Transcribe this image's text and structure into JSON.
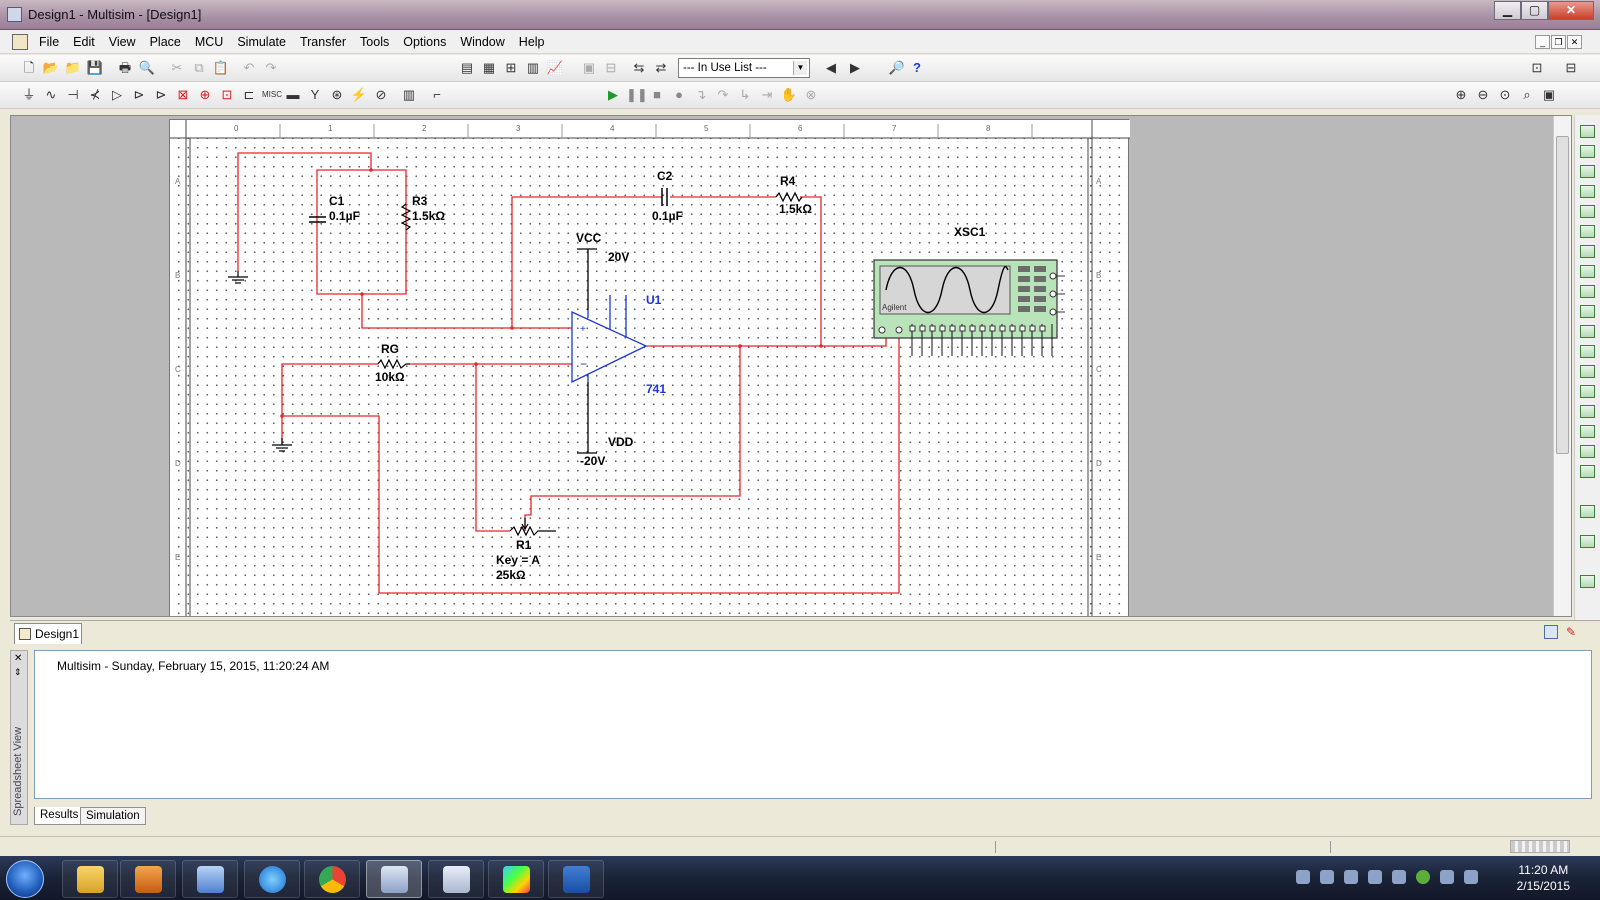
{
  "window": {
    "title": "Design1 - Multisim - [Design1]",
    "min": "▁",
    "max": "▢",
    "close": "✕"
  },
  "menu": [
    "File",
    "Edit",
    "View",
    "Place",
    "MCU",
    "Simulate",
    "Transfer",
    "Tools",
    "Options",
    "Window",
    "Help"
  ],
  "toolbar": {
    "in_use_list": "--- In Use List ---"
  },
  "schematic": {
    "c1": {
      "ref": "C1",
      "value": "0.1µF"
    },
    "r3": {
      "ref": "R3",
      "value": "1.5kΩ"
    },
    "c2": {
      "ref": "C2",
      "value": "0.1µF"
    },
    "r4": {
      "ref": "R4",
      "value": "1.5kΩ"
    },
    "vcc": {
      "name": "VCC",
      "value": "20V"
    },
    "vdd": {
      "name": "VDD",
      "value": "-20V"
    },
    "u1": {
      "ref": "U1",
      "model": "741"
    },
    "rg": {
      "ref": "RG",
      "value": "10kΩ"
    },
    "r1": {
      "ref": "R1",
      "key": "Key = A",
      "value": "25kΩ"
    },
    "xsc1": {
      "ref": "XSC1",
      "brand": "Agilent"
    },
    "ruler_top": [
      "0",
      "1",
      "2",
      "3",
      "4",
      "5",
      "6",
      "7",
      "8"
    ],
    "ruler_side": [
      "A",
      "B",
      "C",
      "D",
      "E"
    ]
  },
  "sheet_tab": {
    "label": "Design1"
  },
  "spreadsheet": {
    "side_label": "Spreadsheet View",
    "result_line": "Multisim  -  Sunday, February 15, 2015, 11:20:24 AM",
    "tabs": [
      "Results",
      "Simulation"
    ]
  },
  "taskbar": {
    "time": "11:20 AM",
    "date": "2/15/2015"
  },
  "colors": {
    "wire": "#e8252b",
    "ground": "#000000",
    "u1_label": "#1a35d8",
    "scope_bg": "#b9e3b9"
  }
}
